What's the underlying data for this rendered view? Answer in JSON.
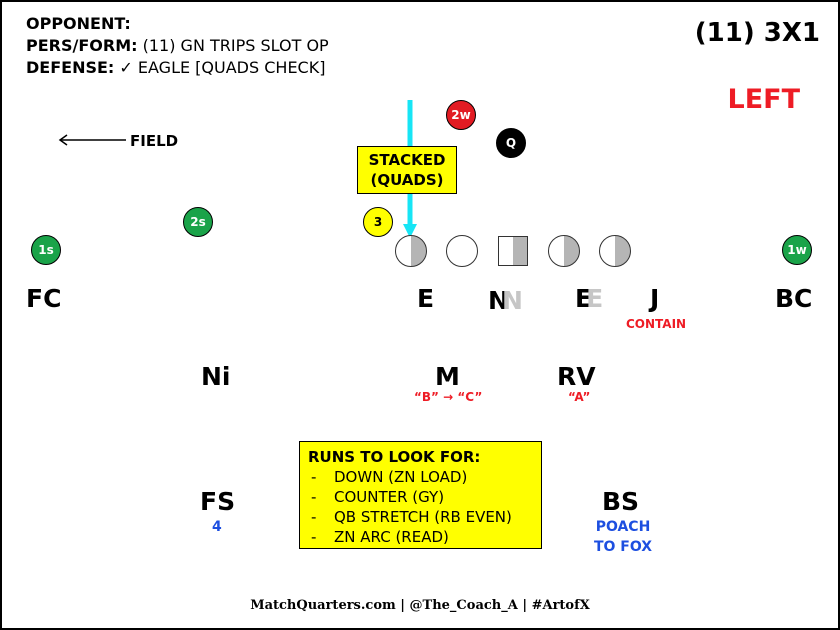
{
  "header": {
    "opponent_label": "OPPONENT:",
    "pers_label": "PERS/FORM:",
    "pers_value": "(11) GN TRIPS SLOT OP",
    "defense_label": "DEFENSE:",
    "defense_value": "✓ EAGLE [QUADS CHECK]"
  },
  "title": "(11) 3X1",
  "side": "LEFT",
  "field_label": "FIELD",
  "callout": {
    "line1": "STACKED",
    "line2": "(QUADS)"
  },
  "offense": {
    "two_w": "2w",
    "qb": "Q",
    "three": "3",
    "two_s": "2s",
    "one_s": "1s",
    "one_w": "1w"
  },
  "defense": {
    "fc": "FC",
    "e_left": "E",
    "n": "N",
    "n_ghost": "N",
    "e_right": "E",
    "e_ghost": "E",
    "j": "J",
    "bc": "BC",
    "ni": "Ni",
    "m": "M",
    "rv": "RV",
    "fs": "FS",
    "bs": "BS"
  },
  "notes": {
    "contain": "CONTAIN",
    "m_note": "“B” → “C”",
    "rv_note": "“A”",
    "fs_note": "4",
    "bs_note_1": "POACH",
    "bs_note_2": "TO FOX"
  },
  "runs": {
    "title": "RUNS TO LOOK FOR:",
    "items": [
      "DOWN (ZN LOAD)",
      "COUNTER (GY)",
      "QB STRETCH (RB EVEN)",
      "ZN ARC (READ)"
    ]
  },
  "footer": "MatchQuarters.com | @The_Coach_A | #ArtofX",
  "colors": {
    "receiver": "#1aa349",
    "back": "#e21b23",
    "qb": "#000000",
    "tag": "#ffff00",
    "motion_arrow": "#17e5f5",
    "side_text": "#ee1c25",
    "coverage_note": "#1d4fe0"
  }
}
